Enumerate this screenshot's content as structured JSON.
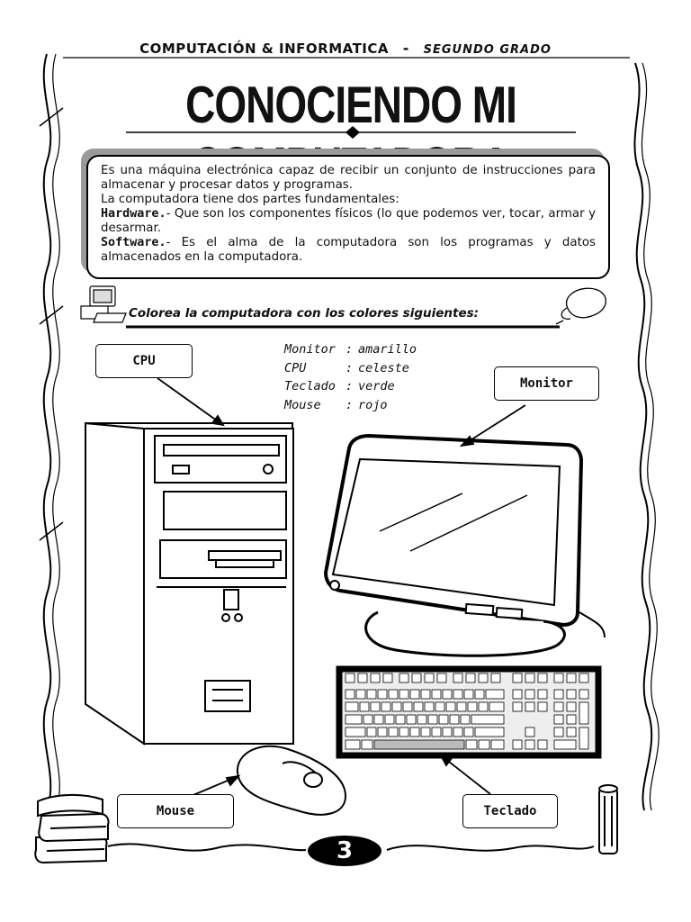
{
  "header": {
    "subject": "COMPUTACIÓN & INFORMATICA",
    "separator": "-",
    "grade": "SEGUNDO GRADO"
  },
  "title": "CONOCIENDO MI COMPUTADORA",
  "intro": {
    "line1": "Es una máquina electrónica capaz de recibir un conjunto de instrucciones para almacenar y procesar datos y programas.",
    "line2": "La computadora tiene dos partes fundamentales:",
    "hardware_label": "Hardware.",
    "hardware_text": "- Que son los componentes físicos (lo que podemos ver, tocar, armar y desarmar.",
    "software_label": "Software.",
    "software_text": "- Es el alma de la computadora son los programas y datos almacenados en la computadora."
  },
  "instruction": "Colorea la computadora con los colores siguientes:",
  "color_list": [
    {
      "part": "Monitor",
      "sep": ":",
      "color": "amarillo"
    },
    {
      "part": "CPU",
      "sep": ":",
      "color": "celeste"
    },
    {
      "part": "Teclado",
      "sep": ":",
      "color": "verde"
    },
    {
      "part": "Mouse",
      "sep": ":",
      "color": "rojo"
    }
  ],
  "labels": {
    "cpu": "CPU",
    "monitor": "Monitor",
    "mouse": "Mouse",
    "keyboard": "Teclado"
  },
  "page_number": "3"
}
